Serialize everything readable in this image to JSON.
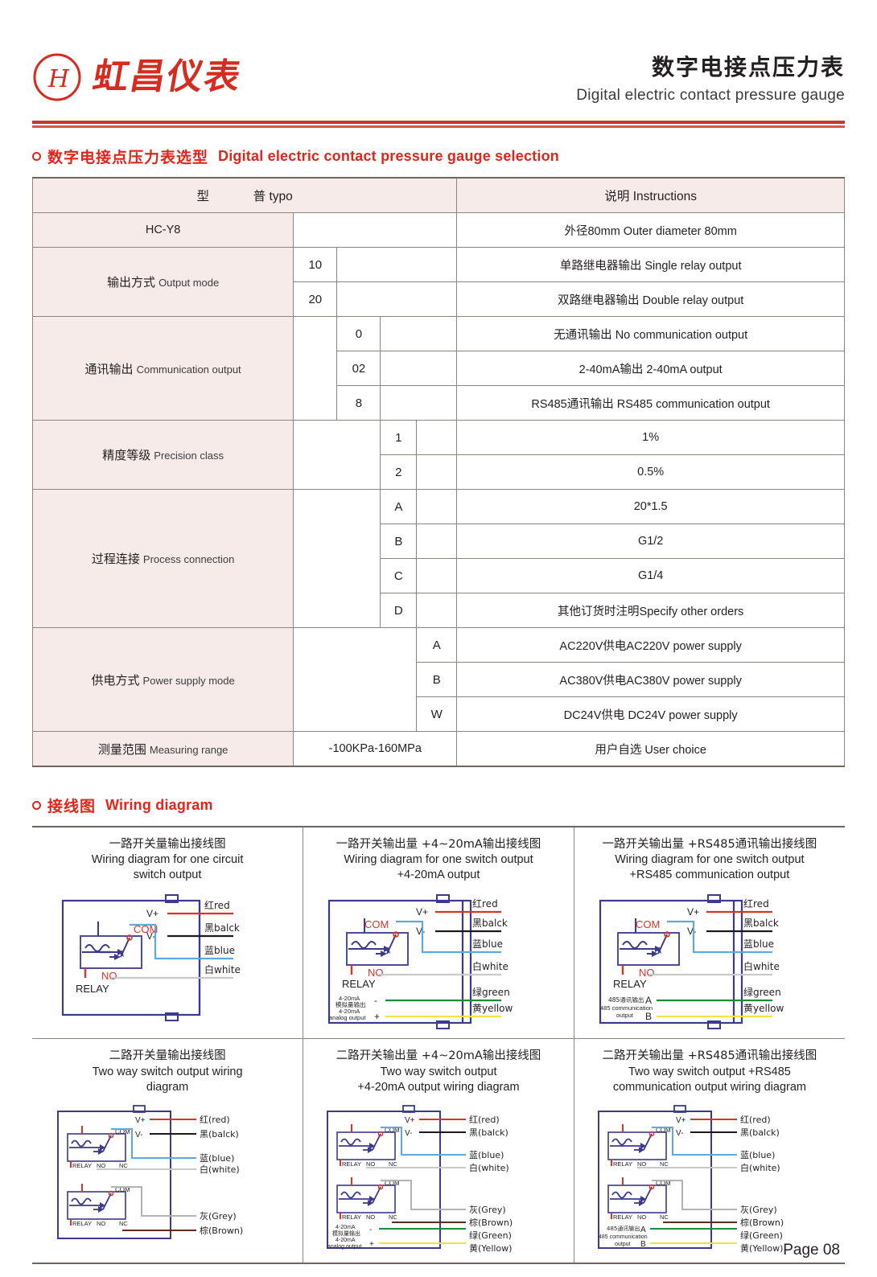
{
  "header": {
    "logo_text": "虹昌仪表",
    "logo_icon": "c-h-crescent-logo",
    "title_cn": "数字电接点压力表",
    "title_en": "Digital electric contact pressure gauge"
  },
  "selection_section": {
    "heading_cn": "数字电接点压力表选型",
    "heading_en": "Digital electric contact pressure gauge selection",
    "columns": {
      "typo_cn": "型",
      "typo_cn2": "普",
      "typo_en": "typo",
      "instructions_cn": "说明",
      "instructions_en": "Instructions"
    },
    "rows": [
      {
        "label_cn": "",
        "label_en": "",
        "model": "HC-Y8",
        "codes": [],
        "desc": "外径80mm  Outer diameter 80mm"
      },
      {
        "label_cn": "输出方式",
        "label_en": "Output mode",
        "items": [
          {
            "code": "10",
            "desc": "单路继电器输出 Single relay output"
          },
          {
            "code": "20",
            "desc": "双路继电器输出 Double relay output"
          }
        ]
      },
      {
        "label_cn": "通讯输出",
        "label_en": "Communication output",
        "items": [
          {
            "code": "0",
            "desc": "无通讯输出 No communication output"
          },
          {
            "code": "02",
            "desc": "2-40mA输出 2-40mA output"
          },
          {
            "code": "8",
            "desc": "RS485通讯输出 RS485 communication output"
          }
        ]
      },
      {
        "label_cn": "精度等级",
        "label_en": "Precision class",
        "items": [
          {
            "code": "1",
            "desc": "1%"
          },
          {
            "code": "2",
            "desc": "0.5%"
          }
        ]
      },
      {
        "label_cn": "过程连接",
        "label_en": "Process connection",
        "items": [
          {
            "code": "A",
            "desc": "20*1.5"
          },
          {
            "code": "B",
            "desc": "G1/2"
          },
          {
            "code": "C",
            "desc": "G1/4"
          },
          {
            "code": "D",
            "desc": "其他订货时注明Specify other orders"
          }
        ]
      },
      {
        "label_cn": "供电方式",
        "label_en": "Power supply mode",
        "items": [
          {
            "code": "A",
            "desc": "AC220V供电AC220V power supply"
          },
          {
            "code": "B",
            "desc": "AC380V供电AC380V power supply"
          },
          {
            "code": "W",
            "desc": "DC24V供电 DC24V power supply"
          }
        ]
      },
      {
        "label_cn": "测量范围",
        "label_en": "Measuring range",
        "range": "-100KPa-160MPa",
        "desc": "用户自选 User choice"
      }
    ]
  },
  "wiring_section": {
    "heading_cn": "接线图",
    "heading_en": "Wiring diagram",
    "diagrams": [
      {
        "id": "one-switch-output",
        "title_cn": "一路开关量输出接线图",
        "title_en_1": "Wiring diagram for one circuit",
        "title_en_2": "switch output",
        "relay_label": "RELAY",
        "com_label": "COM",
        "no_label": "NO",
        "terminals": [
          {
            "pin": "V+",
            "wire_cn": "红",
            "wire_en": "red",
            "color": "#e03127"
          },
          {
            "pin": "V-",
            "wire_cn": "黑",
            "wire_en": "balck",
            "color": "#1a1a1a"
          },
          {
            "pin": "",
            "wire_cn": "蓝",
            "wire_en": "blue",
            "color": "#5fa8dc"
          },
          {
            "pin": "",
            "wire_cn": "白",
            "wire_en": "white",
            "color": "#c9c9c9"
          }
        ]
      },
      {
        "id": "one-switch-plus-420ma",
        "title_cn": "一路开关输出量 +4~20mA输出接线图",
        "title_en_1": "Wiring diagram for one switch output",
        "title_en_2": "+4-20mA output",
        "relay_label": "RELAY",
        "com_label": "COM",
        "no_label": "NO",
        "aux_cn_1": "4-20mA",
        "aux_cn_2": "模拟量输出",
        "aux_en_1": "4-20mA",
        "aux_en_2": "analog output",
        "aux_minus": "-",
        "aux_plus": "+",
        "terminals": [
          {
            "pin": "V+",
            "wire_cn": "红",
            "wire_en": "red",
            "color": "#e03127"
          },
          {
            "pin": "V-",
            "wire_cn": "黑",
            "wire_en": "balck",
            "color": "#1a1a1a"
          },
          {
            "pin": "",
            "wire_cn": "蓝",
            "wire_en": "blue",
            "color": "#5fa8dc"
          },
          {
            "pin": "",
            "wire_cn": "白",
            "wire_en": "white",
            "color": "#c9c9c9"
          },
          {
            "pin": "",
            "wire_cn": "绿",
            "wire_en": "green",
            "color": "#1f8a3c"
          },
          {
            "pin": "",
            "wire_cn": "黄",
            "wire_en": "yellow",
            "color": "#f5e23c"
          }
        ]
      },
      {
        "id": "one-switch-plus-rs485",
        "title_cn": "一路开关输出量 +RS485通讯输出接线图",
        "title_en_1": "Wiring diagram for one switch output",
        "title_en_2": "+RS485 communication output",
        "relay_label": "RELAY",
        "com_label": "COM",
        "no_label": "NO",
        "aux_cn_1": "485通讯输出",
        "aux_en_1": "485 communication",
        "aux_en_2": "output",
        "aux_a": "A",
        "aux_b": "B",
        "terminals": [
          {
            "pin": "V+",
            "wire_cn": "红",
            "wire_en": "red",
            "color": "#e03127"
          },
          {
            "pin": "V-",
            "wire_cn": "黑",
            "wire_en": "balck",
            "color": "#1a1a1a"
          },
          {
            "pin": "",
            "wire_cn": "蓝",
            "wire_en": "blue",
            "color": "#5fa8dc"
          },
          {
            "pin": "",
            "wire_cn": "白",
            "wire_en": "white",
            "color": "#c9c9c9"
          },
          {
            "pin": "",
            "wire_cn": "绿",
            "wire_en": "green",
            "color": "#1f8a3c"
          },
          {
            "pin": "",
            "wire_cn": "黄",
            "wire_en": "yellow",
            "color": "#f5e23c"
          }
        ]
      },
      {
        "id": "two-way-switch-output",
        "title_cn": "二路开关量输出接线图",
        "title_en_1": "Two way switch output wiring",
        "title_en_2": "diagram",
        "relay_label": "RELAY",
        "com_label": "COM",
        "no_label": "NO",
        "nc_label": "NC",
        "terminals": [
          {
            "pin": "V+",
            "wire_cn": "红",
            "wire_en": "(red)",
            "color": "#e03127"
          },
          {
            "pin": "V-",
            "wire_cn": "黑",
            "wire_en": "(balck)",
            "color": "#1a1a1a"
          },
          {
            "pin": "",
            "wire_cn": "蓝",
            "wire_en": "(blue)",
            "color": "#5fa8dc"
          },
          {
            "pin": "",
            "wire_cn": "白",
            "wire_en": "(white)",
            "color": "#c9c9c9"
          },
          {
            "pin": "",
            "wire_cn": "灰",
            "wire_en": "(Grey)",
            "color": "#b3b3b3"
          },
          {
            "pin": "",
            "wire_cn": "棕",
            "wire_en": "(Brown)",
            "color": "#5a2d20"
          }
        ]
      },
      {
        "id": "two-way-switch-plus-420ma",
        "title_cn": "二路开关输出量 +4~20mA输出接线图",
        "title_en_1": "Two way switch output",
        "title_en_2": "+4-20mA output wiring diagram",
        "relay_label": "RELAY",
        "com_label": "COM",
        "no_label": "NO",
        "nc_label": "NC",
        "aux_cn_1": "4-20mA",
        "aux_cn_2": "模拟量输出",
        "aux_en_1": "4-20mA",
        "aux_en_2": "analog output",
        "aux_minus": "-",
        "aux_plus": "+",
        "terminals": [
          {
            "pin": "V+",
            "wire_cn": "红",
            "wire_en": "(red)",
            "color": "#e03127"
          },
          {
            "pin": "V-",
            "wire_cn": "黑",
            "wire_en": "(balck)",
            "color": "#1a1a1a"
          },
          {
            "pin": "",
            "wire_cn": "蓝",
            "wire_en": "(blue)",
            "color": "#5fa8dc"
          },
          {
            "pin": "",
            "wire_cn": "白",
            "wire_en": "(white)",
            "color": "#c9c9c9"
          },
          {
            "pin": "",
            "wire_cn": "灰",
            "wire_en": "(Grey)",
            "color": "#b3b3b3"
          },
          {
            "pin": "",
            "wire_cn": "棕",
            "wire_en": "(Brown)",
            "color": "#5a2d20"
          },
          {
            "pin": "",
            "wire_cn": "绿",
            "wire_en": "(Green)",
            "color": "#1f8a3c"
          },
          {
            "pin": "",
            "wire_cn": "黄",
            "wire_en": "(Yellow)",
            "color": "#f5e23c"
          }
        ]
      },
      {
        "id": "two-way-switch-plus-rs485",
        "title_cn": "二路开关输出量 +RS485通讯输出接线图",
        "title_en_1": "Two way switch output +RS485",
        "title_en_2": "communication output wiring diagram",
        "relay_label": "RELAY",
        "com_label": "COM",
        "no_label": "NO",
        "nc_label": "NC",
        "aux_cn_1": "485通讯输出",
        "aux_en_1": "485 communication",
        "aux_en_2": "output",
        "aux_a": "A",
        "aux_b": "B",
        "terminals": [
          {
            "pin": "V+",
            "wire_cn": "红",
            "wire_en": "(red)",
            "color": "#e03127"
          },
          {
            "pin": "V-",
            "wire_cn": "黑",
            "wire_en": "(balck)",
            "color": "#1a1a1a"
          },
          {
            "pin": "",
            "wire_cn": "蓝",
            "wire_en": "(blue)",
            "color": "#5fa8dc"
          },
          {
            "pin": "",
            "wire_cn": "白",
            "wire_en": "(white)",
            "color": "#c9c9c9"
          },
          {
            "pin": "",
            "wire_cn": "灰",
            "wire_en": "(Grey)",
            "color": "#b3b3b3"
          },
          {
            "pin": "",
            "wire_cn": "棕",
            "wire_en": "(Brown)",
            "color": "#5a2d20"
          },
          {
            "pin": "",
            "wire_cn": "绿",
            "wire_en": "(Green)",
            "color": "#1f8a3c"
          },
          {
            "pin": "",
            "wire_cn": "黄",
            "wire_en": "(Yellow)",
            "color": "#f5e23c"
          }
        ]
      }
    ]
  },
  "footer": {
    "page": "Page 08"
  },
  "colors": {
    "brand_red": "#d62b1f",
    "heading_red": "#e1251b",
    "label_bg": "#f7ebea",
    "border": "#8d8580",
    "enclosure": "#3b3a8c"
  }
}
